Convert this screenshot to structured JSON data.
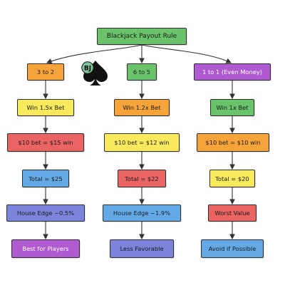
{
  "title": "Blackjack Payout Rule",
  "logo_text": "BJ",
  "colors": {
    "green": "#6ac26a",
    "orange": "#f6a33a",
    "purple": "#b05ad2",
    "yellow": "#f8ea5c",
    "red": "#ea6463",
    "blue": "#63a9e6",
    "indigo": "#7c83da"
  },
  "columns": [
    {
      "header": "3 to 2",
      "steps": [
        "Win 1.5x Bet",
        "$10 bet = $15 win",
        "Total = $25",
        "House Edge ~0.5%",
        "Best for Players"
      ]
    },
    {
      "header": "6 to 5",
      "steps": [
        "Win 1.2x Bet",
        "$10 bet = $12 win",
        "Total = $22",
        "House Edge ~1.9%",
        "Less Favorable"
      ]
    },
    {
      "header": "1 to 1 (Even Money)",
      "steps": [
        "Win 1x Bet",
        "$10 bet = $10 win",
        "Total = $20",
        "Worst Value",
        "Avoid if Possible"
      ]
    }
  ]
}
